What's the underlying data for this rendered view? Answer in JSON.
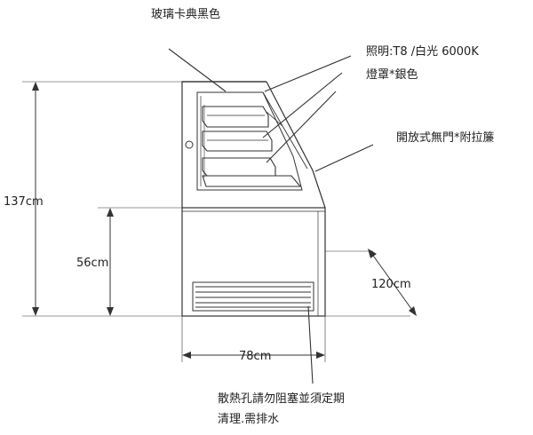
{
  "callouts": {
    "glass": "玻璃卡典黑色",
    "lighting": "照明:T8 /白光 6000K",
    "lamp_cover": "燈罩*銀色",
    "open_front": "開放式無門*附拉簾",
    "vent_line1": "散熱孔請勿阻塞並須定期",
    "vent_line2": "清理.需排水"
  },
  "dimensions": {
    "total_height": "137cm",
    "base_height": "56cm",
    "width": "78cm",
    "depth": "120cm"
  },
  "colors": {
    "line": "#333333",
    "text": "#222222"
  }
}
